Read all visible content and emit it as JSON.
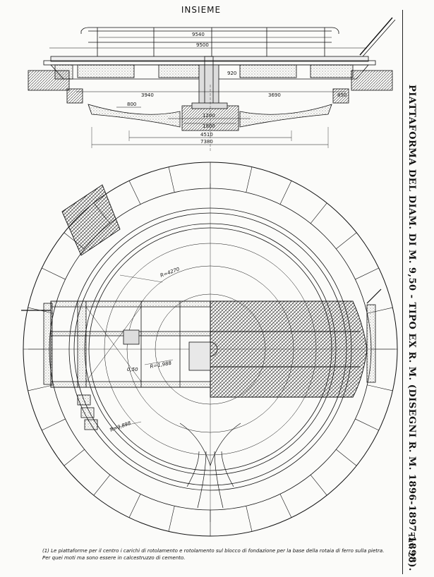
{
  "sheet": {
    "heading": "INSIEME",
    "title": "PIATTAFORMA DEL DIAM. DI M. 9,50 - TIPO EX R. M. (DISEGNI R. M. 1896-1897-1898).",
    "plate": "Tav. 20",
    "caption": "(1) Le piattaforme per il centro i carichi di rotolamento e rotolamento sul blocco di fondazione per la base della rotaia di ferro sulla pietra. Per quei moti ma sono essere in calcestruzzo di cemento."
  },
  "elevation": {
    "dimensions": {
      "d9540": "9540",
      "d9500": "9500",
      "d3940": "3940",
      "d3690": "3690",
      "d920": "920",
      "d800": "800",
      "d850": "850",
      "d1200": "1200",
      "d1800": "1800",
      "d4510": "4510",
      "d7380": "7380"
    }
  },
  "plan": {
    "radii": {
      "r1": "R=4270",
      "r2": "R=1,988",
      "r3": "R=3,898",
      "r4": "0,50"
    }
  }
}
